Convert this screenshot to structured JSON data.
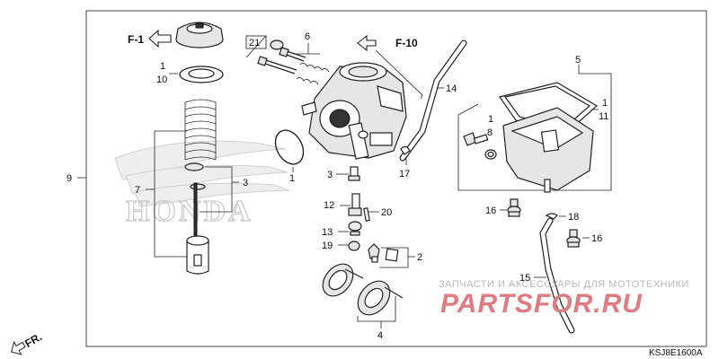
{
  "diagram": {
    "callouts": {
      "c1_a": "1",
      "c10": "10",
      "c1_b": "1",
      "c1_c": "1",
      "c11": "11",
      "c1_d": "1",
      "c8": "8",
      "c2": "2",
      "c3_a": "3",
      "c3_b": "3",
      "c4": "4",
      "c5": "5",
      "c6": "6",
      "c7": "7",
      "c9": "9",
      "c12": "12",
      "c13": "13",
      "c14": "14",
      "c15": "15",
      "c16_a": "16",
      "c16_b": "16",
      "c17": "17",
      "c18": "18",
      "c19": "19",
      "c20": "20",
      "c21": "21"
    },
    "refs": {
      "f1": "F-1",
      "f10": "F-10",
      "fr": "FR."
    },
    "code": "KSJ8E1600A"
  },
  "watermark": {
    "top_text": "ЗАПЧАСТИ И АКСЕССУАРЫ ДЛЯ МОТОТЕХНИКИ",
    "brand": "PARTSFOR.RU",
    "honda": "HONDA",
    "brand_color": "#e07b80"
  }
}
